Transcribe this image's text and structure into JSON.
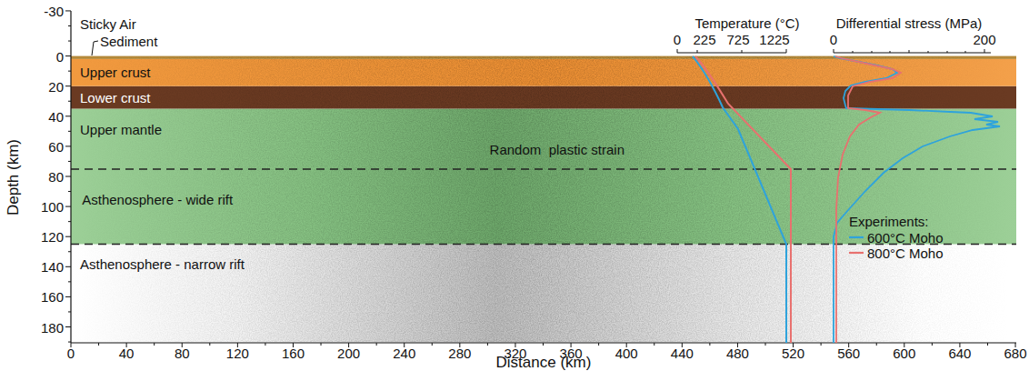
{
  "diagram": {
    "nodes": [
      {
        "text": [
          "Sticky Air"
        ]
      },
      {
        "text": [
          "Sediment"
        ]
      },
      {
        "text": [
          "Upper crust"
        ]
      },
      {
        "text": [
          "Lower crust"
        ]
      },
      {
        "text": [
          "Upper mantle"
        ]
      },
      {
        "text": [
          "Asthenosphere - narrow rift"
        ]
      }
    ],
    "edges": [],
    "labels": [
      "Random  plastic strain",
      "Asthenosphere - wide rift",
      "Temperature (°C)",
      "0",
      "225",
      "725",
      "1225",
      "Differential stress (MPa)",
      "0",
      "200",
      "Experiments:",
      "Depth (km)",
      "Distance (km)",
      "-30",
      "0",
      "20",
      "40",
      "60",
      "80",
      "100",
      "120",
      "140",
      "160",
      "180",
      "0",
      "40",
      "80",
      "120",
      "160",
      "200",
      "240",
      "280",
      "320",
      "360",
      "400",
      "440",
      "480",
      "520",
      "560",
      "600",
      "640",
      "680"
    ],
    "legend": [
      {
        "text": "600°C Moho"
      },
      {
        "text": "800°C Moho"
      }
    ]
  }
}
